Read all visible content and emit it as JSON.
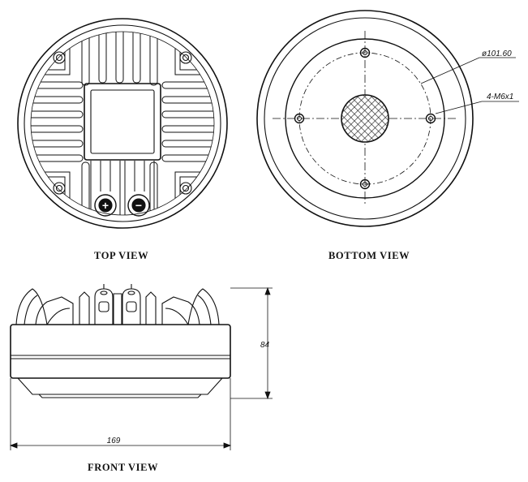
{
  "labels": {
    "top_view": "TOP VIEW",
    "bottom_view": "BOTTOM VIEW",
    "front_view": "FRONT VIEW"
  },
  "dimensions": {
    "bolt_circle": "ø101.60",
    "mounting_holes": "4-M6x1",
    "height": "84",
    "width": "169"
  },
  "terminals": {
    "positive": "+",
    "negative": "−"
  }
}
